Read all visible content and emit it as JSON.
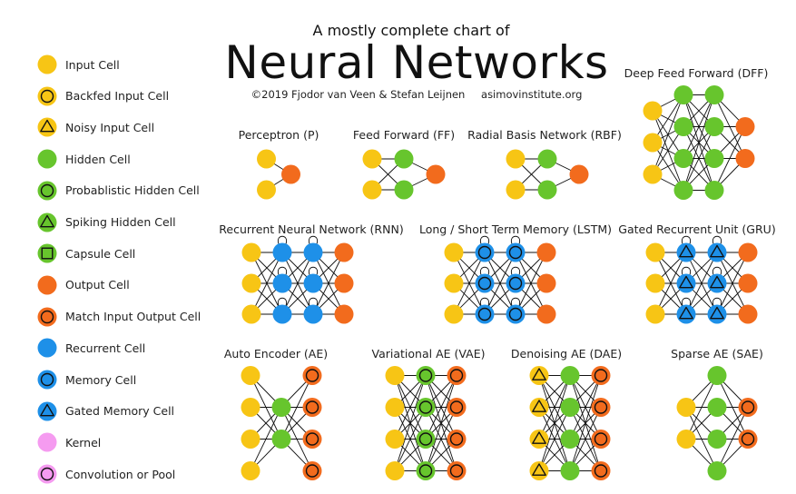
{
  "header": {
    "subtitle": "A mostly complete chart of",
    "title": "Neural Networks",
    "credit": "©2019 Fjodor van Veen & Stefan Leijnen",
    "website": "asimovinstitute.org"
  },
  "colors": {
    "input": "#F7C515",
    "hidden": "#67C52D",
    "output": "#F26B1D",
    "recurrent": "#1E90E8",
    "kernel": "#F59BF0",
    "stroke": "#111111"
  },
  "legend": [
    {
      "key": "input_cell",
      "label": "Input Cell",
      "fill": "input",
      "mark": "none"
    },
    {
      "key": "backfed_input_cell",
      "label": "Backfed Input Cell",
      "fill": "input",
      "mark": "circle"
    },
    {
      "key": "noisy_input_cell",
      "label": "Noisy Input Cell",
      "fill": "input",
      "mark": "triangle"
    },
    {
      "key": "hidden_cell",
      "label": "Hidden Cell",
      "fill": "hidden",
      "mark": "none"
    },
    {
      "key": "probablistic_hidden_cell",
      "label": "Probablistic Hidden Cell",
      "fill": "hidden",
      "mark": "circle"
    },
    {
      "key": "spiking_hidden_cell",
      "label": "Spiking Hidden Cell",
      "fill": "hidden",
      "mark": "triangle"
    },
    {
      "key": "capsule_cell",
      "label": "Capsule Cell",
      "fill": "hidden",
      "mark": "square"
    },
    {
      "key": "output_cell",
      "label": "Output Cell",
      "fill": "output",
      "mark": "none"
    },
    {
      "key": "match_input_output_cell",
      "label": "Match Input Output Cell",
      "fill": "output",
      "mark": "circle"
    },
    {
      "key": "recurrent_cell",
      "label": "Recurrent Cell",
      "fill": "recurrent",
      "mark": "none"
    },
    {
      "key": "memory_cell",
      "label": "Memory Cell",
      "fill": "recurrent",
      "mark": "circle"
    },
    {
      "key": "gated_memory_cell",
      "label": "Gated Memory Cell",
      "fill": "recurrent",
      "mark": "triangle"
    },
    {
      "key": "kernel",
      "label": "Kernel",
      "fill": "kernel",
      "mark": "none"
    },
    {
      "key": "convolution_or_pool",
      "label": "Convolution or Pool",
      "fill": "kernel",
      "mark": "circle"
    }
  ],
  "networks": [
    {
      "key": "p",
      "label": "Perceptron (P)",
      "layers": [
        {
          "fill": "input",
          "mark": "none",
          "n": 2
        },
        {
          "fill": "output",
          "mark": "none",
          "n": 1
        }
      ],
      "self_loops": false
    },
    {
      "key": "ff",
      "label": "Feed Forward (FF)",
      "layers": [
        {
          "fill": "input",
          "mark": "none",
          "n": 2
        },
        {
          "fill": "hidden",
          "mark": "none",
          "n": 2
        },
        {
          "fill": "output",
          "mark": "none",
          "n": 1
        }
      ],
      "self_loops": false
    },
    {
      "key": "rbf",
      "label": "Radial Basis Network (RBF)",
      "layers": [
        {
          "fill": "input",
          "mark": "none",
          "n": 2
        },
        {
          "fill": "hidden",
          "mark": "none",
          "n": 2
        },
        {
          "fill": "output",
          "mark": "none",
          "n": 1
        }
      ],
      "self_loops": false
    },
    {
      "key": "dff",
      "label": "Deep Feed Forward (DFF)",
      "layers": [
        {
          "fill": "input",
          "mark": "none",
          "n": 3
        },
        {
          "fill": "hidden",
          "mark": "none",
          "n": 4
        },
        {
          "fill": "hidden",
          "mark": "none",
          "n": 4
        },
        {
          "fill": "output",
          "mark": "none",
          "n": 2
        }
      ],
      "self_loops": false
    },
    {
      "key": "rnn",
      "label": "Recurrent Neural Network (RNN)",
      "layers": [
        {
          "fill": "input",
          "mark": "none",
          "n": 3
        },
        {
          "fill": "recurrent",
          "mark": "none",
          "n": 3
        },
        {
          "fill": "recurrent",
          "mark": "none",
          "n": 3
        },
        {
          "fill": "output",
          "mark": "none",
          "n": 3
        }
      ],
      "self_loops": true
    },
    {
      "key": "lstm",
      "label": "Long / Short Term Memory (LSTM)",
      "layers": [
        {
          "fill": "input",
          "mark": "none",
          "n": 3
        },
        {
          "fill": "recurrent",
          "mark": "circle",
          "n": 3
        },
        {
          "fill": "recurrent",
          "mark": "circle",
          "n": 3
        },
        {
          "fill": "output",
          "mark": "none",
          "n": 3
        }
      ],
      "self_loops": true
    },
    {
      "key": "gru",
      "label": "Gated Recurrent Unit (GRU)",
      "layers": [
        {
          "fill": "input",
          "mark": "none",
          "n": 3
        },
        {
          "fill": "recurrent",
          "mark": "triangle",
          "n": 3
        },
        {
          "fill": "recurrent",
          "mark": "triangle",
          "n": 3
        },
        {
          "fill": "output",
          "mark": "none",
          "n": 3
        }
      ],
      "self_loops": true
    },
    {
      "key": "ae",
      "label": "Auto Encoder (AE)",
      "layers": [
        {
          "fill": "input",
          "mark": "none",
          "n": 4
        },
        {
          "fill": "hidden",
          "mark": "none",
          "n": 2
        },
        {
          "fill": "output",
          "mark": "circle",
          "n": 4
        }
      ],
      "self_loops": false
    },
    {
      "key": "vae",
      "label": "Variational AE (VAE)",
      "layers": [
        {
          "fill": "input",
          "mark": "none",
          "n": 4
        },
        {
          "fill": "hidden",
          "mark": "circle",
          "n": 4
        },
        {
          "fill": "output",
          "mark": "circle",
          "n": 4
        }
      ],
      "self_loops": false
    },
    {
      "key": "dae",
      "label": "Denoising AE (DAE)",
      "layers": [
        {
          "fill": "input",
          "mark": "triangle",
          "n": 4
        },
        {
          "fill": "hidden",
          "mark": "none",
          "n": 4
        },
        {
          "fill": "output",
          "mark": "circle",
          "n": 4
        }
      ],
      "self_loops": false
    },
    {
      "key": "sae",
      "label": "Sparse AE (SAE)",
      "layers": [
        {
          "fill": "input",
          "mark": "none",
          "n": 2
        },
        {
          "fill": "hidden",
          "mark": "none",
          "n": 4
        },
        {
          "fill": "output",
          "mark": "circle",
          "n": 2
        }
      ],
      "self_loops": false
    }
  ]
}
